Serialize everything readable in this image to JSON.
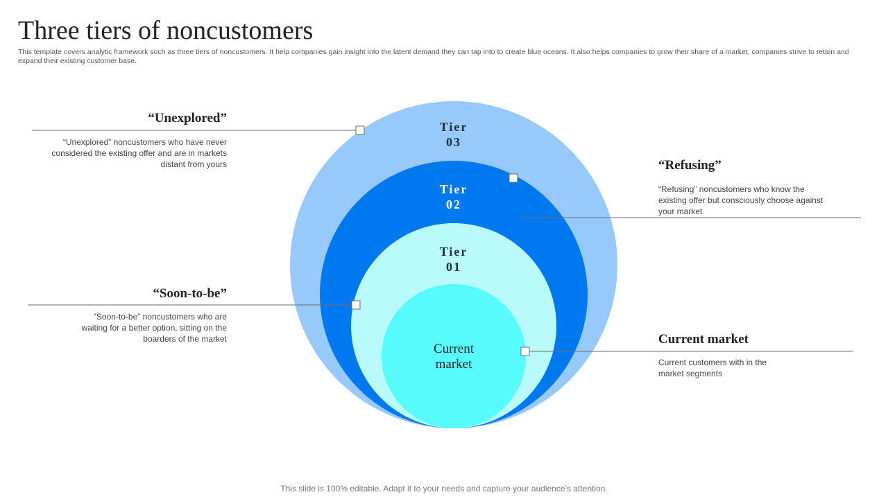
{
  "header": {
    "title": "Three tiers of noncustomers",
    "subtitle": "This template covers analytic framework such as three tiers of noncustomers. It help companies gain insight into the latent demand they can tap into to create blue oceans. It also helps companies to grow their share of a market, companies strive to retain and expand their existing customer base."
  },
  "tiers": {
    "tier3": {
      "word": "Tier",
      "num": "03"
    },
    "tier2": {
      "word": "Tier",
      "num": "02"
    },
    "tier1": {
      "word": "Tier",
      "num": "01"
    },
    "core": {
      "line1": "Current",
      "line2": "market"
    }
  },
  "callouts": {
    "unexplored": {
      "heading": "“Unexplored”",
      "desc": "“Unexplored” noncustomers who have never considered the existing offer and are in markets distant from yours"
    },
    "soon_to_be": {
      "heading": "“Soon-to-be”",
      "desc": "“Soon-to-be” noncustomers who are waiting for a better option, sitting on the boarders of the market"
    },
    "refusing": {
      "heading": "“Refusing”",
      "desc": "“Refusing” noncustomers who know the existing offer but consciously choose against your market"
    },
    "current_market": {
      "heading": "Current market",
      "desc": "Current customers with in the market segments"
    }
  },
  "colors": {
    "tier3": "#97c9fb",
    "tier2": "#0078f0",
    "tier1": "#b9fbfd",
    "core": "#57fbfb",
    "tier3_text": "#1f2d3d",
    "tier2_text": "#ffffff",
    "tier1_text": "#1f2d3d"
  },
  "footer": {
    "text": "This slide is 100% editable. Adapt it to your needs and capture your audience’s attention."
  }
}
